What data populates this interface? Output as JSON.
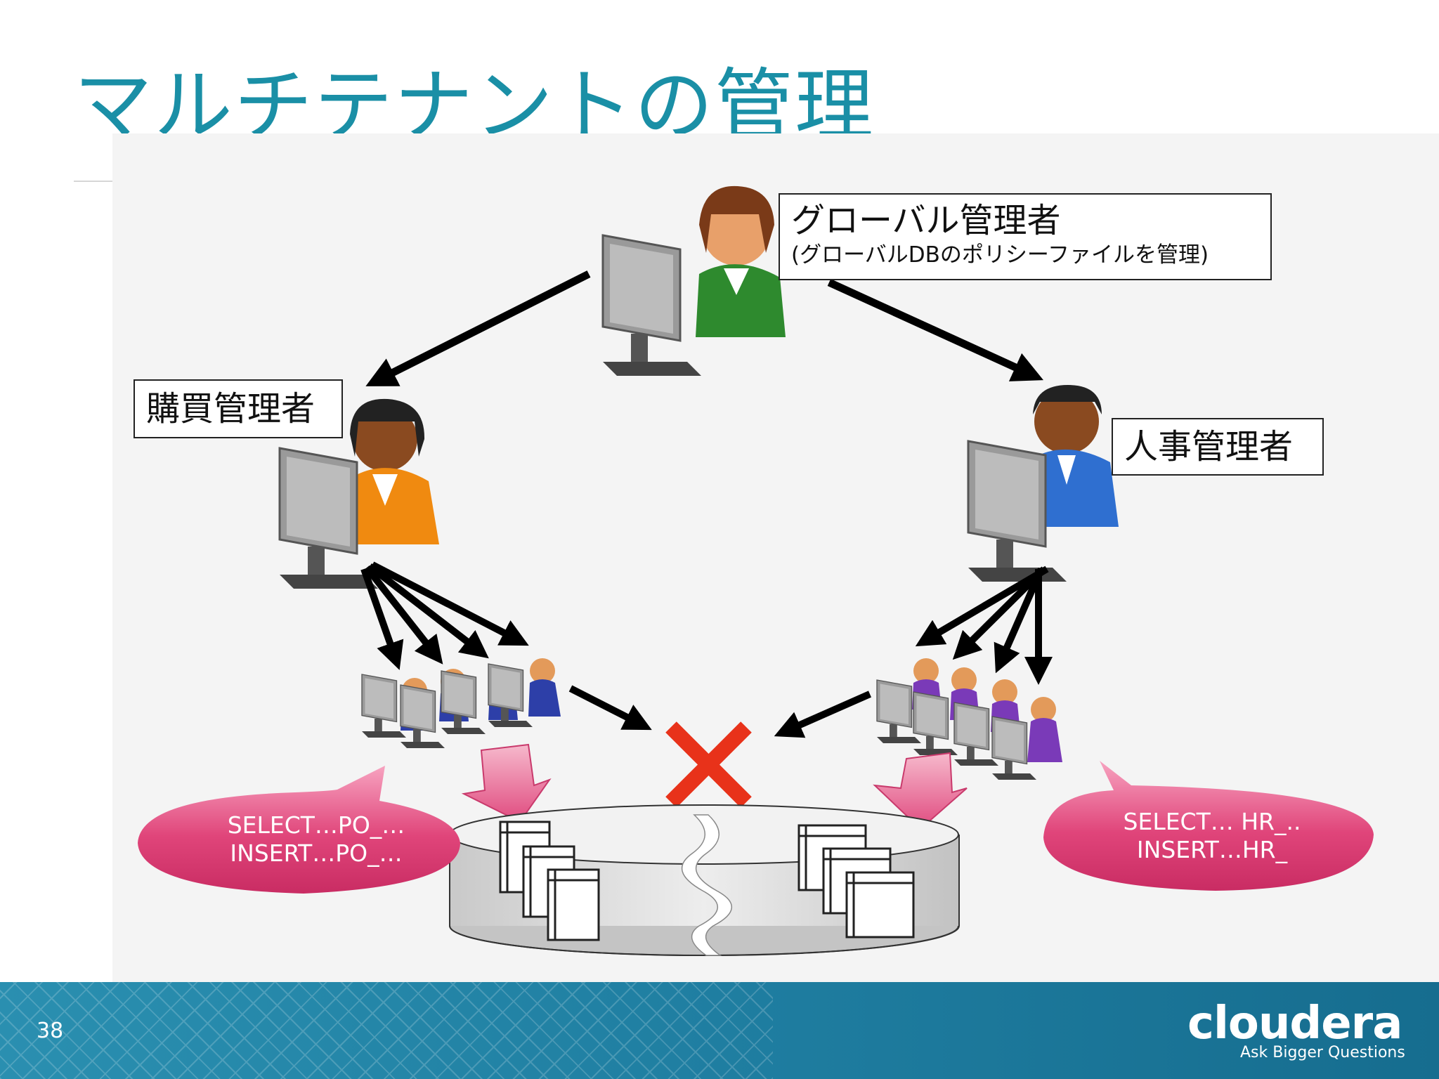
{
  "slide": {
    "title": "マルチテナントの管理",
    "page_number": "38"
  },
  "labels": {
    "global_admin": "グローバル管理者",
    "global_admin_sub": "(グローバルDBのポリシーファイルを管理)",
    "purchase_admin": "購買管理者",
    "hr_admin": "人事管理者"
  },
  "bubbles": {
    "left": [
      "SELECT…PO_…",
      "INSERT…PO_…"
    ],
    "right": [
      "SELECT… HR_..",
      "INSERT…HR_"
    ]
  },
  "logo": {
    "name": "cloudera",
    "tagline": "Ask Bigger Questions"
  },
  "colors": {
    "title": "#1a8fa6",
    "deny_mark": "#e8321a",
    "bubble": "#e0457a",
    "footer": "#1f7ea1"
  }
}
